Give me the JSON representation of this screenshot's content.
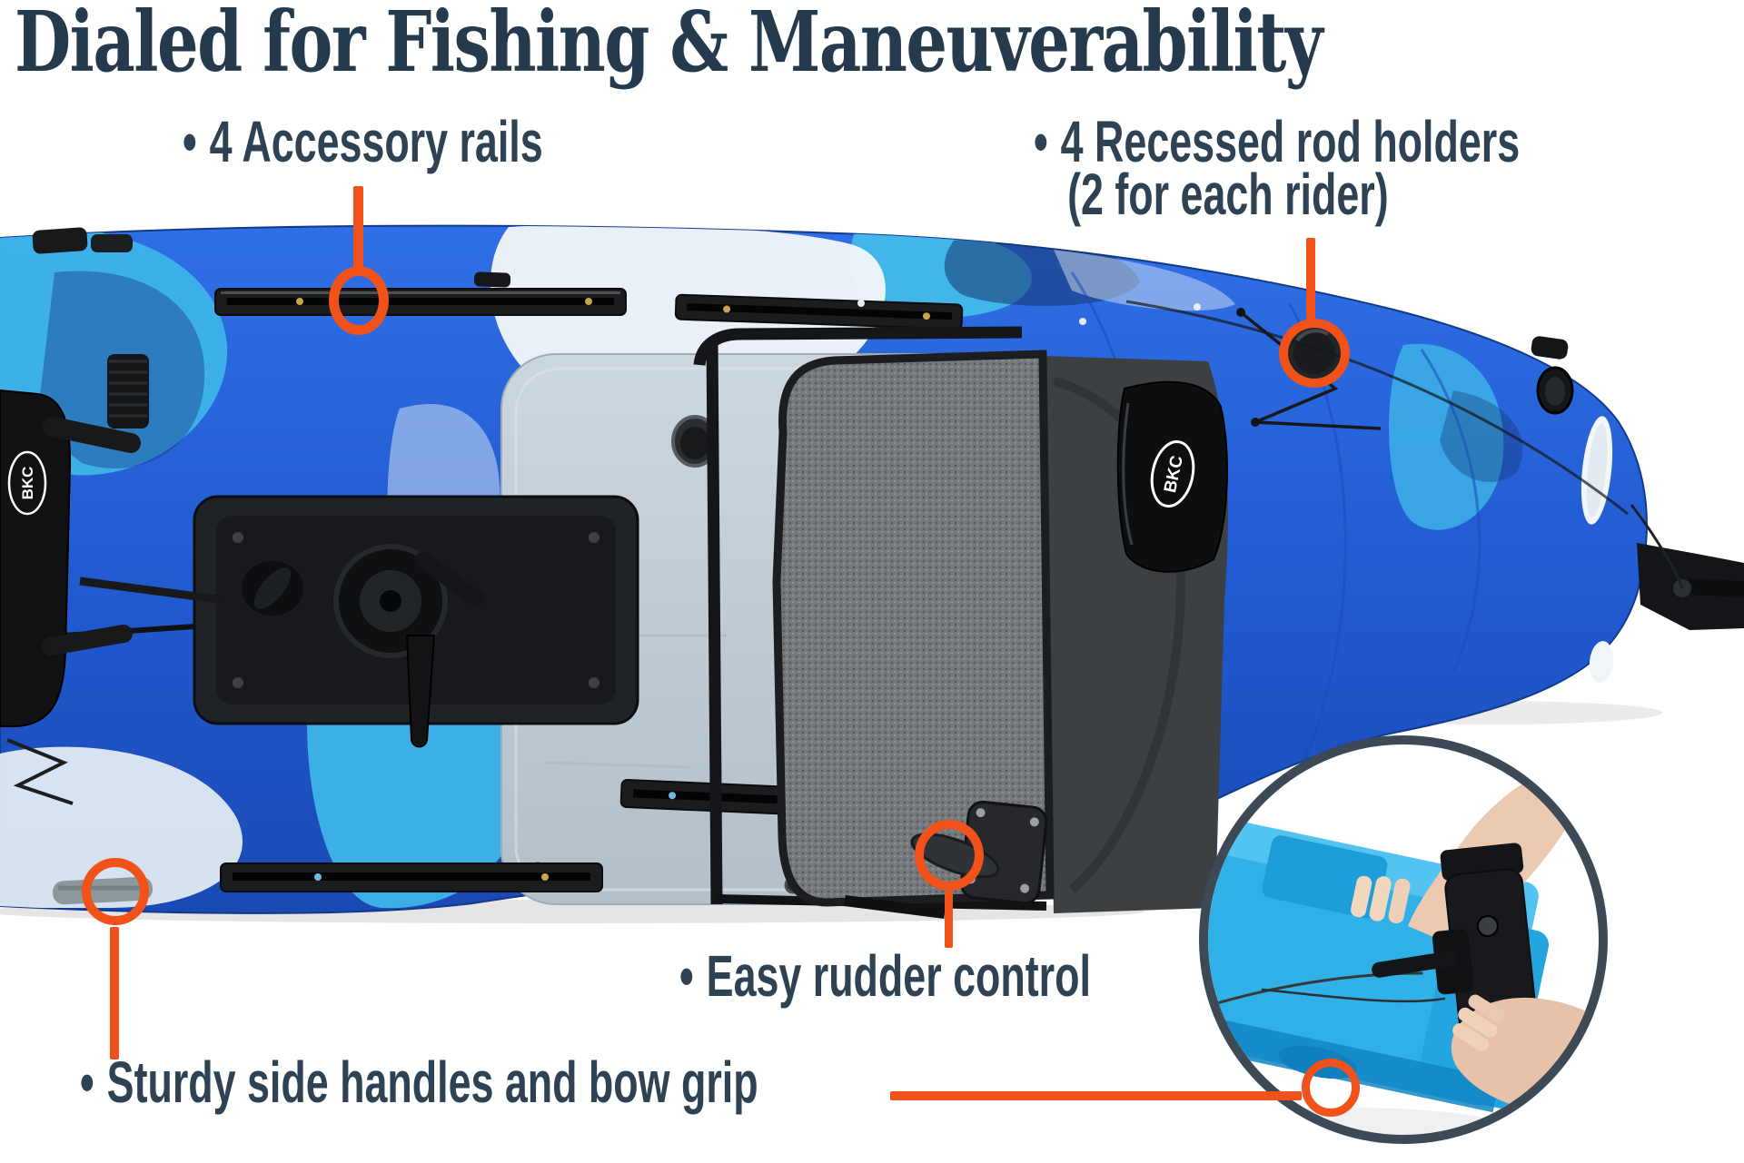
{
  "title": "Dialed for Fishing & Maneuverability",
  "callouts": {
    "accessory_rails": {
      "bullet": "•",
      "label": "4 Accessory rails"
    },
    "rod_holders": {
      "bullet": "•",
      "label_line1": "4 Recessed rod holders",
      "label_line2": "(2 for each rider)"
    },
    "rudder": {
      "bullet": "•",
      "label": "Easy rudder control"
    },
    "handles": {
      "bullet": "•",
      "label": "Sturdy side handles and bow grip"
    }
  },
  "kayak": {
    "brand": "BKC",
    "stern_logo": "BKC",
    "seat_logo": "BKC"
  },
  "colors": {
    "accent_orange": "#f0521a",
    "title_navy": "#263a4d",
    "callout_navy": "#2e4254",
    "hull_blue": "#2763dc",
    "hull_blue_dark": "#1c50c4",
    "camo_cyan": "#3eb4e9",
    "camo_white": "#eff5f8",
    "floor_gray": "#c3cdd6",
    "inset_ring_navy": "#3d4a55",
    "inset_hull_cyan": "#2fb1e8",
    "skin_tone": "#eccab1",
    "hardware_black": "#17191c"
  }
}
